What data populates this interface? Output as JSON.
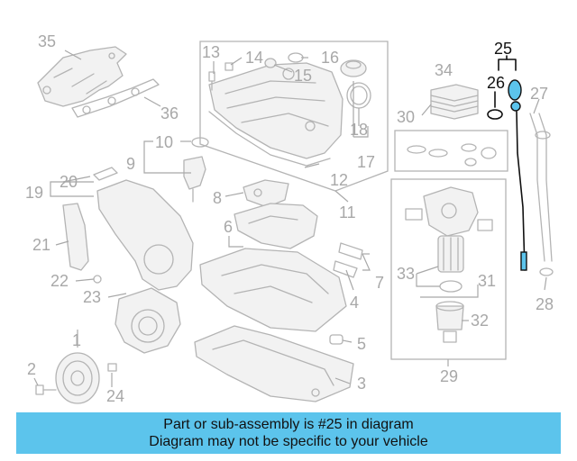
{
  "banner": {
    "line1": "Part or sub-assembly is #25 in diagram",
    "line2": "Diagram may not be specific to your vehicle"
  },
  "highlighted_part": "25",
  "colors": {
    "banner": "#5cc4ec",
    "highlight_part": "#5cc4ec",
    "highlight_stroke": "#111111",
    "part_lines": "#b4b4b4",
    "callouts": "#a8a8a8"
  },
  "callouts": {
    "c1": "1",
    "c2": "2",
    "c3": "3",
    "c4": "4",
    "c5": "5",
    "c6": "6",
    "c7": "7",
    "c8": "8",
    "c9": "9",
    "c10": "10",
    "c11": "11",
    "c12": "12",
    "c13": "13",
    "c14": "14",
    "c15": "15",
    "c16": "16",
    "c17": "17",
    "c18": "18",
    "c19": "19",
    "c20": "20",
    "c21": "21",
    "c22": "22",
    "c23": "23",
    "c24": "24",
    "c25": "25",
    "c26": "26",
    "c27": "27",
    "c28": "28",
    "c29": "29",
    "c30": "30",
    "c31": "31",
    "c32": "32",
    "c33": "33",
    "c34": "34",
    "c35": "35",
    "c36": "36"
  }
}
